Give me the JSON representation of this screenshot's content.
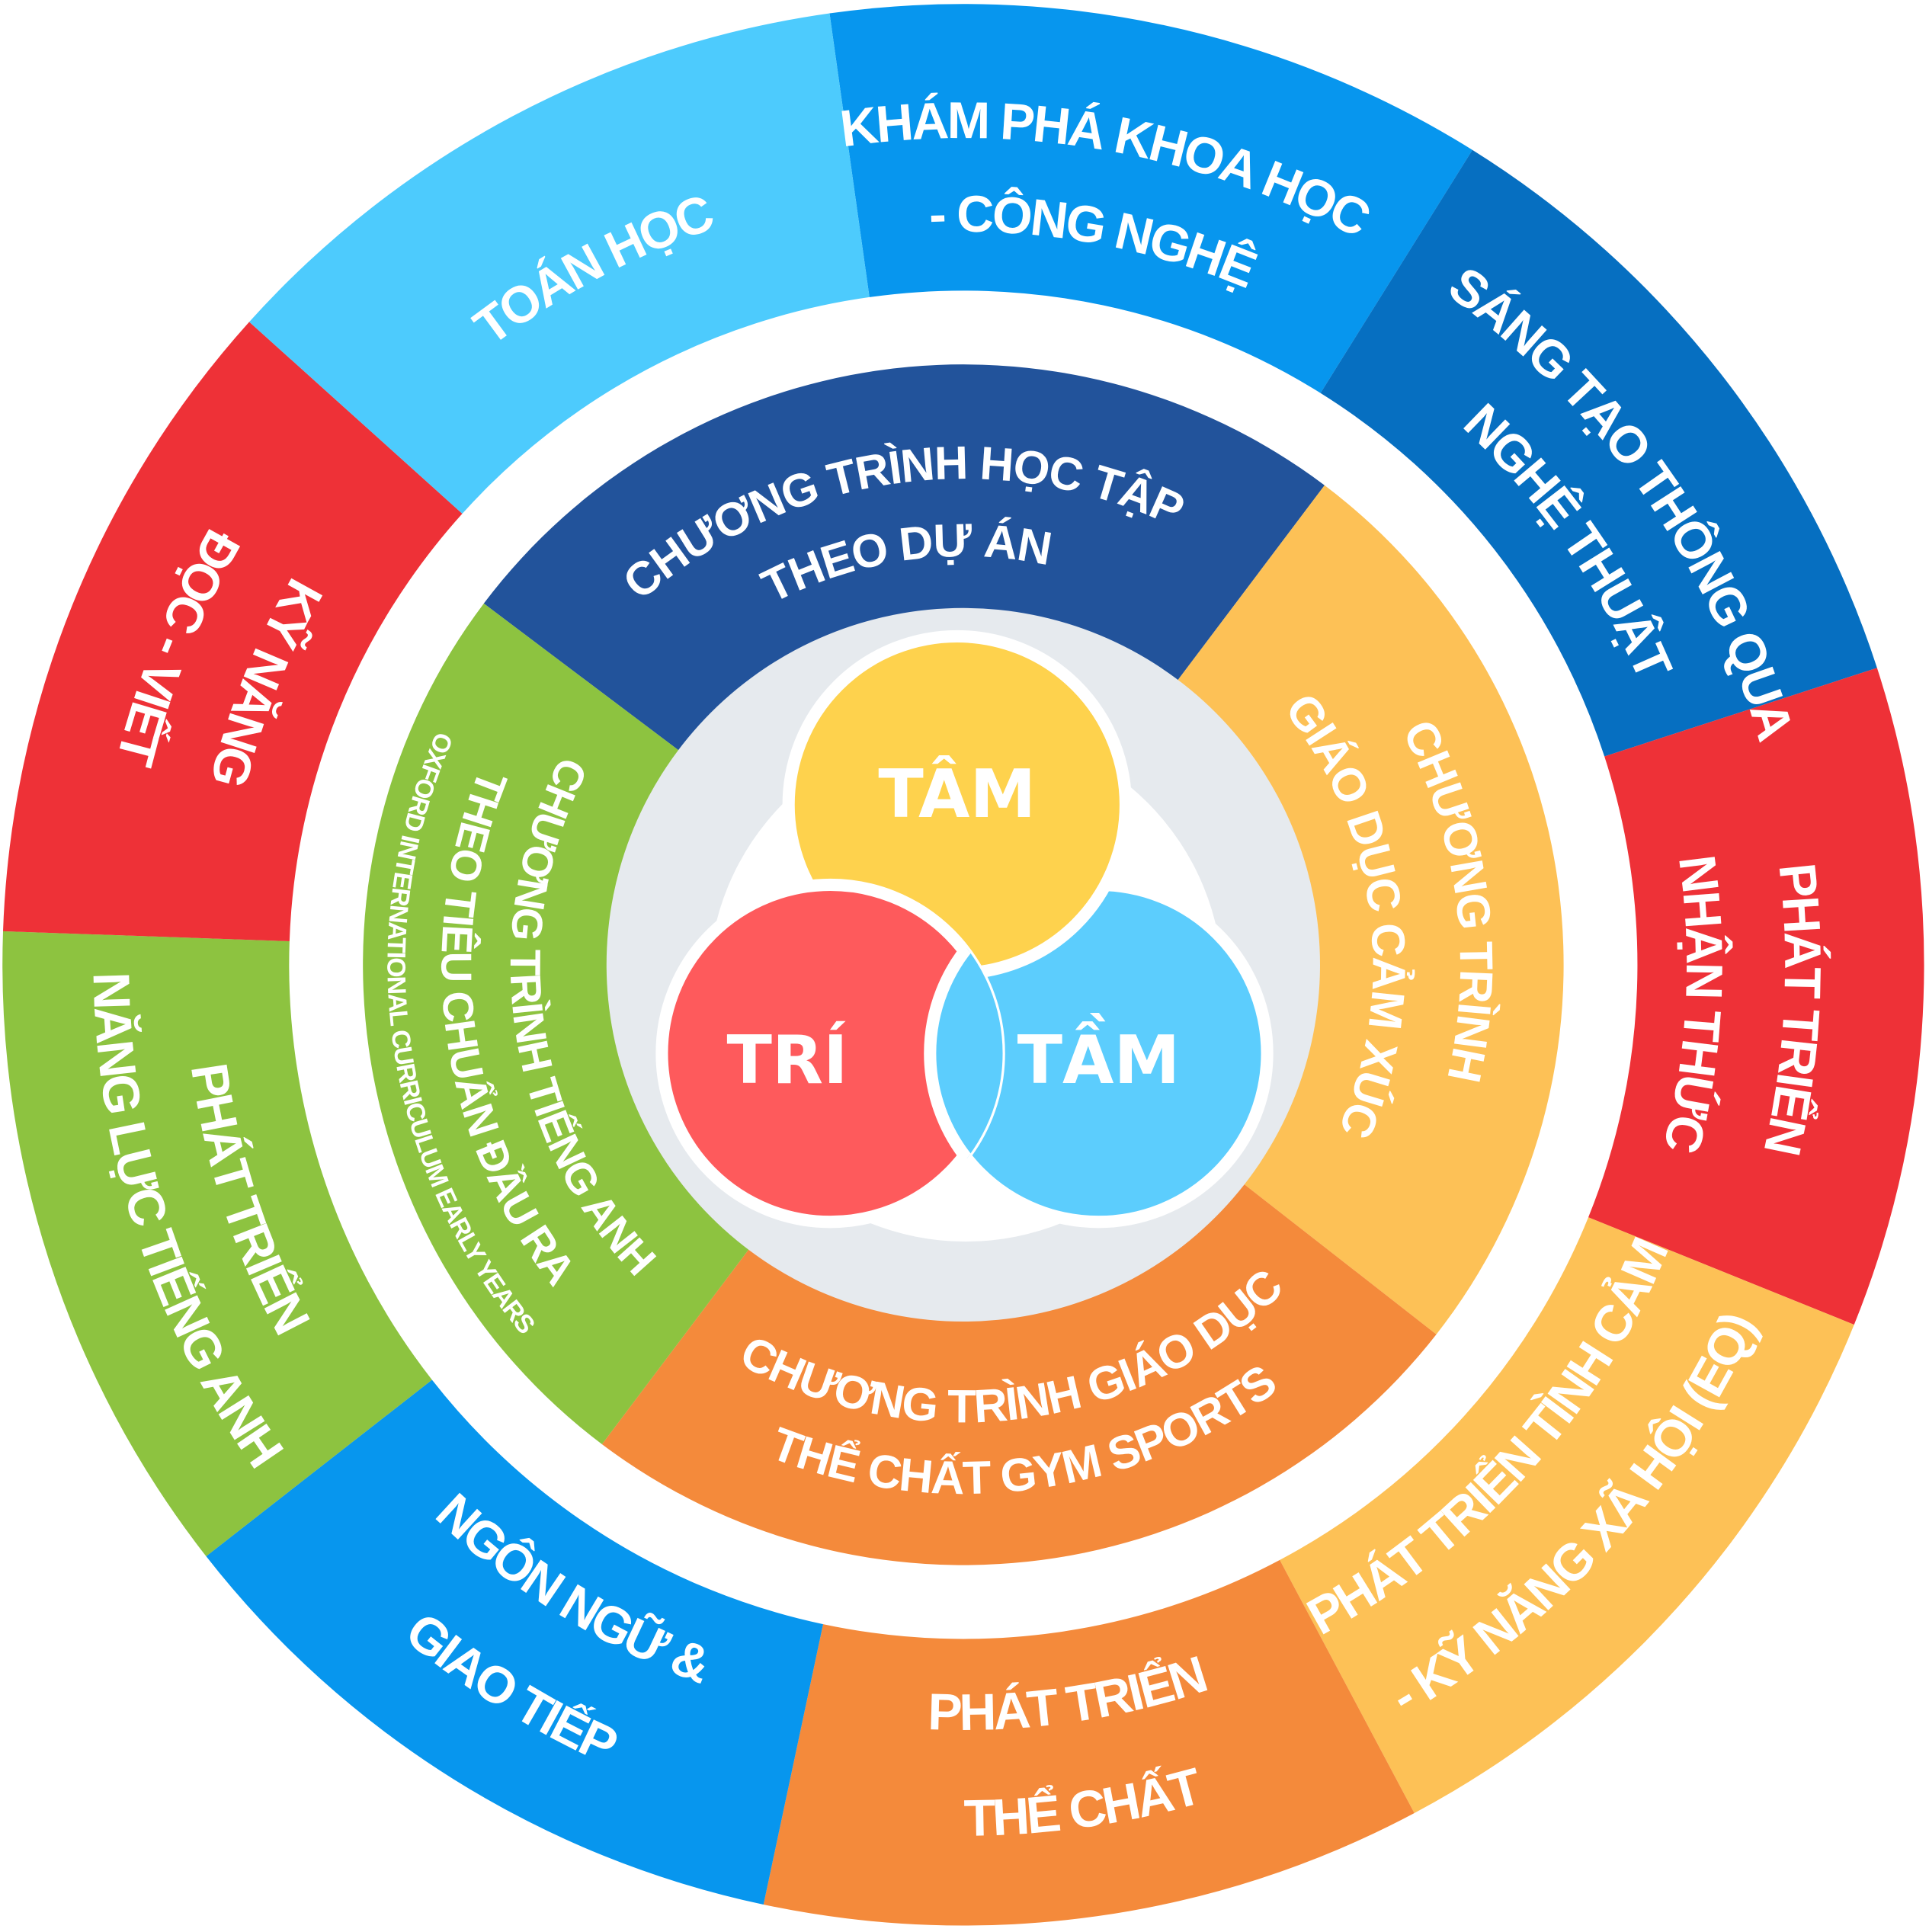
{
  "outer_ring": {
    "segments": [
      {
        "color": "#0796ee",
        "lines": [
          "KHÁM PHÁ KHOA HỌC",
          "- CÔNG NGHỆ"
        ]
      },
      {
        "color": "#066fc1",
        "lines": [
          "SÁNG TẠO THÔNG QUA",
          "NGHỆ THUẬT"
        ]
      },
      {
        "color": "#ee3137",
        "lines": [
          "PHÁT TRIỂN",
          "NHẬN THỨC"
        ]
      },
      {
        "color": "#fdc156",
        "lines": [
          "PHÁT TRIỂN TÌNH CẢM",
          "- KỸ NĂNG XÃ HỘI (EQ)"
        ]
      },
      {
        "color": "#f48a3b",
        "lines": [
          "PHÁT TRIỂN",
          "THỂ CHẤT"
        ]
      },
      {
        "color": "#0796ee",
        "lines": [
          "NGÔN NGỮ &",
          "GIAO TIẾP"
        ]
      },
      {
        "color": "#8dc340",
        "lines": [
          "PHÁT TRIỂN",
          "NĂNG LỰC TIẾNG ANH"
        ]
      },
      {
        "color": "#ee3137",
        "lines": [
          "KỸ NĂNG",
          "ĐỌC - VIẾT"
        ]
      },
      {
        "color": "#4dcbfd",
        "lines": [
          "TOÁN HỌC"
        ]
      }
    ]
  },
  "middle_ring": {
    "segments": [
      {
        "color": "#22539b",
        "lines": [
          "CHƯƠNG TRÌNH HỌC TẬP",
          "THEO DỰ ÁN"
        ]
      },
      {
        "color": "#fdc156",
        "lines": [
          "CHƯƠNG TRÌNH",
          "GIÁO DỤC CẢM XÚC"
        ]
      },
      {
        "color": "#f48a3b",
        "lines": [
          "CHƯƠNG TRÌNH GIÁO DỤC",
          "THỂ CHẤT GYM SPORTS"
        ]
      },
      {
        "color": "#8dc340",
        "lines": [
          "CHƯƠNG TRÌNH TIẾNG ANH",
          "THEO TIÊU CHUẨN ĐẦU RA",
          "OXFORD INTERNATIONAL CURRICULUM EARLY YEARS"
        ]
      }
    ]
  },
  "core": {
    "background_color": "#e6eaee",
    "circles": [
      {
        "label": "TÂM",
        "color": "#fed24d"
      },
      {
        "label": "TRÍ",
        "color": "#fe5a5c"
      },
      {
        "label": "TẦM",
        "color": "#5ccdfd"
      }
    ]
  }
}
